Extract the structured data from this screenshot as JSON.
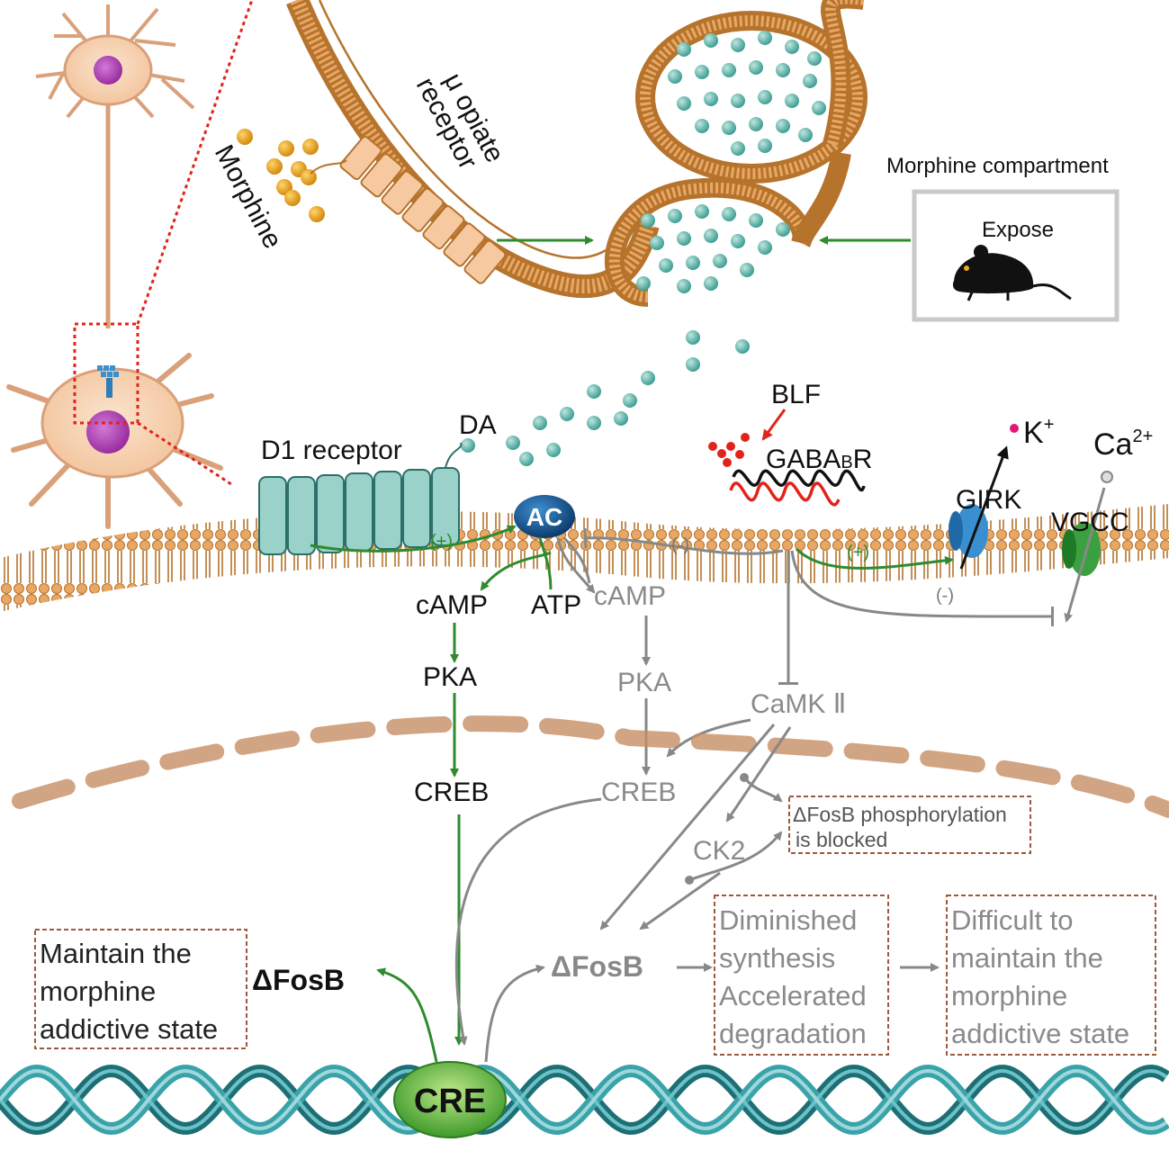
{
  "labels": {
    "mu_receptor_line1": "μ opiate",
    "mu_receptor_line2": "receptor",
    "morphine": "Morphine",
    "morphine_compartment": "Morphine compartment",
    "expose": "Expose",
    "d1_receptor": "D1 receptor",
    "da": "DA",
    "blf": "BLF",
    "gabab_main": "GABA",
    "gabab_sub": "B",
    "gabab_tail": "R",
    "k_plus_base": "K",
    "k_plus_sup": "+",
    "ca_base": "Ca",
    "ca_sup": "2+",
    "girk": "GIRK",
    "vgcc": "VGCC",
    "ac": "AC",
    "plus_1": "(+)",
    "plus_2": "(+)",
    "minus_1": "(-)",
    "minus_2": "(-)",
    "camp_left": "cAMP",
    "atp": "ATP",
    "camp_right": "cAMP",
    "pka_left": "PKA",
    "pka_right": "PKA",
    "camk": "CaMK Ⅱ",
    "creb_left": "CREB",
    "creb_right": "CREB",
    "ck2": "CK2",
    "fosb_left": "ΔFosB",
    "fosb_right": "ΔFosB",
    "cre": "CRE"
  },
  "boxes": {
    "maintain": [
      "Maintain the",
      "morphine",
      "addictive state"
    ],
    "phospho": [
      "ΔFosB phosphorylation",
      "is blocked"
    ],
    "diminished": [
      "Diminished",
      "synthesis",
      "Accelerated",
      "degradation"
    ],
    "difficult": [
      "Difficult to",
      "maintain the",
      "morphine",
      "addictive state"
    ]
  },
  "colors": {
    "membrane": "#b5732c",
    "lipid_head": "#e8a765",
    "vesicle_dot": "#5fb7ac",
    "active_arrow": "#2e8b2e",
    "inhibited_arrow": "#888888",
    "dna": "#2a8a91",
    "blf_red": "#e2231a",
    "box_border": "#9b5a3c"
  }
}
